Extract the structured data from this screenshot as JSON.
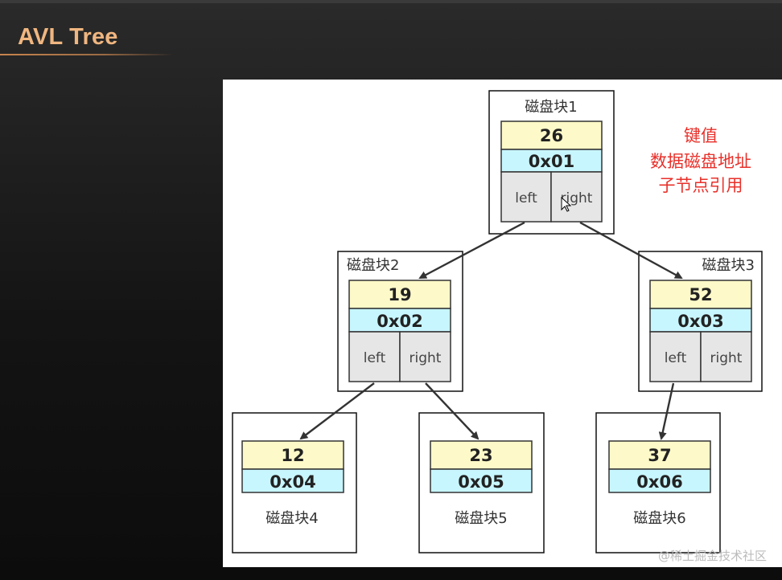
{
  "slide": {
    "title": "AVL Tree"
  },
  "legend": {
    "line1": "键值",
    "line2": "数据磁盘地址",
    "line3": "子节点引用"
  },
  "colors": {
    "key_fill": "#fdf9c8",
    "addr_fill": "#c8f6ff",
    "ref_fill": "#e6e6e6",
    "accent": "#e8302a",
    "title": "#f0b680"
  },
  "blocks": [
    {
      "label": "磁盘块1",
      "key": "26",
      "addr": "0x01",
      "left": "left",
      "right": "right"
    },
    {
      "label": "磁盘块2",
      "key": "19",
      "addr": "0x02",
      "left": "left",
      "right": "right"
    },
    {
      "label": "磁盘块3",
      "key": "52",
      "addr": "0x03",
      "left": "left",
      "right": "right"
    },
    {
      "label": "磁盘块4",
      "key": "12",
      "addr": "0x04"
    },
    {
      "label": "磁盘块5",
      "key": "23",
      "addr": "0x05"
    },
    {
      "label": "磁盘块6",
      "key": "37",
      "addr": "0x06"
    }
  ],
  "watermark": "@稀土掘金技术社区"
}
